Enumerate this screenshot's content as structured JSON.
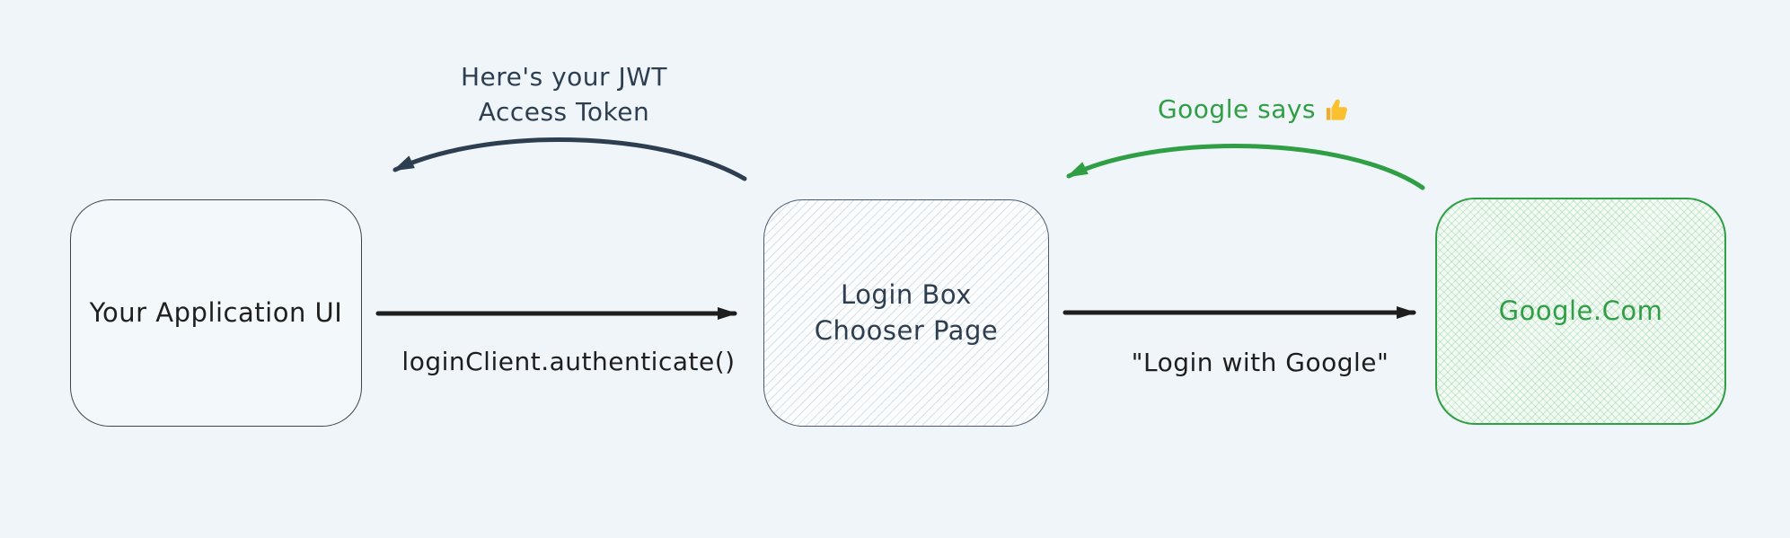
{
  "canvas": {
    "background_color": "#eff5f9"
  },
  "colors": {
    "navy": "#2d3e50",
    "black": "#1e1e1e",
    "green": "#2f9e44",
    "thumb_yellow": "#fbc02d",
    "login_box_border": "#4a5b70",
    "app_ui_border": "#3f4449"
  },
  "nodes": {
    "app_ui": {
      "label": "Your Application UI"
    },
    "login_box": {
      "label": "Login Box\nChooser Page"
    },
    "google": {
      "label": "Google.Com"
    }
  },
  "edges": {
    "authenticate": {
      "label": "loginClient.authenticate()",
      "direction": "app_ui -> login_box"
    },
    "login_with_google": {
      "label": "\"Login with Google\"",
      "direction": "login_box -> google"
    },
    "jwt_return": {
      "label": "Here's your JWT\nAccess Token",
      "direction": "login_box -> app_ui"
    },
    "google_says": {
      "label": "Google says",
      "icon": "thumbs-up-icon",
      "direction": "google -> login_box"
    }
  }
}
